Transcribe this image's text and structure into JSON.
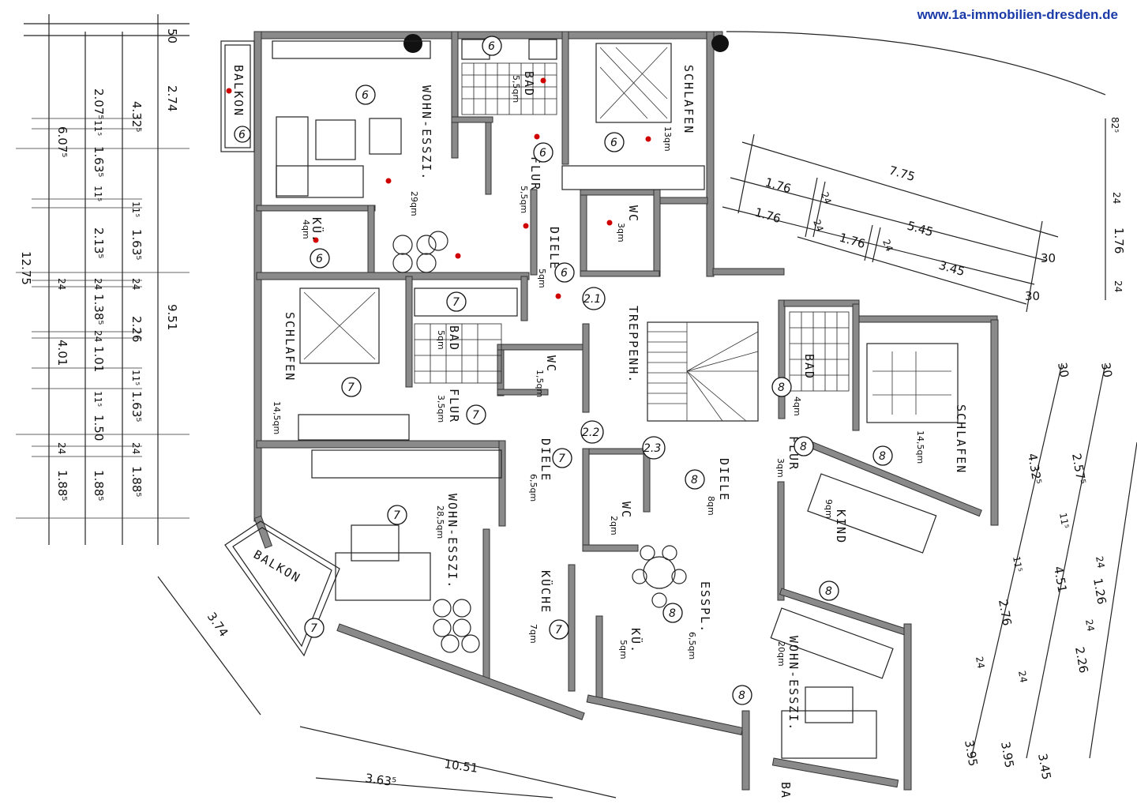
{
  "watermark": "www.1a-immobilien-dresden.de",
  "rooms": {
    "balkon_top": "BALKON",
    "wohn_essz_top": "WOHN-ESSZI.",
    "wohn_essz_top_area": "29qm",
    "bad_top": "BAD",
    "bad_top_area": "5,5qm",
    "schlafen_top": "SCHLAFEN",
    "schlafen_top_area": "13qm",
    "flur_top": "FLUR",
    "flur_top_area": "5,5qm",
    "kue_top": "KÜ.",
    "kue_top_area": "4qm",
    "wc_top": "WC",
    "wc_top_area": "3qm",
    "diele_top": "DIELE",
    "diele_top_area": "5qm",
    "schlafen_left": "SCHLAFEN",
    "schlafen_left_area": "14,5qm",
    "bad_mid": "BAD",
    "bad_mid_area": "5qm",
    "flur_mid": "FLUR",
    "flur_mid_area": "3,5qm",
    "wc_mid": "WC",
    "wc_mid_area": "1,5qm",
    "treppenh": "TREPPENH.",
    "diele_mid": "DIELE",
    "diele_mid_area": "6,5qm",
    "wohn_essz_low": "WOHN-ESSZI.",
    "wohn_essz_low_area": "28,5qm",
    "balkon_low": "BALKON",
    "kueche": "KÜCHE",
    "kueche_area": "7qm",
    "wc_low": "WC",
    "wc_low_area": "2qm",
    "diele_right": "DIELE",
    "diele_right_area": "8qm",
    "esspl": "ESSPL.",
    "esspl_area": "6,5qm",
    "kue_low": "KÜ.",
    "kue_low_area": "5qm",
    "bad_right": "BAD",
    "bad_right_area": "4qm",
    "flur_right": "FLUR",
    "flur_right_area": "3qm",
    "schlafen_right": "SCHLAFEN",
    "schlafen_right_area": "14,5qm",
    "kind": "KIND",
    "kind_area": "9qm",
    "wohn_essz_right": "WOHN-ESSZI.",
    "wohn_essz_right_area": "20qm",
    "balkon_right": "BA"
  },
  "apartment_markers": {
    "m6a": "6",
    "m6b": "6",
    "m6c": "6",
    "m6d": "6",
    "m6e": "6",
    "m6f": "6",
    "m6g": "6",
    "m7a": "7",
    "m7b": "7",
    "m7c": "7",
    "m7d": "7",
    "m7e": "7",
    "m7f": "7",
    "m7g": "7",
    "m8a": "8",
    "m8b": "8",
    "m8c": "8",
    "m8d": "8",
    "m8e": "8",
    "m8f": "8",
    "m8g": "8",
    "c21": "2.1",
    "c22": "2.2",
    "c23": "2.3"
  },
  "dimensions_left": {
    "d50": "50",
    "d274": "2.74",
    "d432": "4.32⁵",
    "d207": "2.07⁵",
    "d607": "6.07⁵",
    "d115a": "11⁵",
    "d163a": "1.63⁵",
    "d115b": "11⁵",
    "d1275": "12.75",
    "d115c": "11⁵",
    "d163b": "1.63⁵",
    "d213": "2.13⁵",
    "d24a": "24",
    "d24b": "24",
    "d24c": "24",
    "d138": "1.38⁵",
    "d951": "9.51",
    "d226": "2.26",
    "d24d": "24",
    "d101": "1.01",
    "d401": "4.01",
    "d115d": "11⁵",
    "d163c": "1.63⁵",
    "d115e": "11⁵",
    "d150": "1.50",
    "d24e": "24",
    "d24f": "24",
    "d188a": "1.88⁵",
    "d188b": "1.88⁵",
    "d188c": "1.88⁵"
  },
  "dimensions_right_top": {
    "d775": "7.75",
    "d176a": "1.76",
    "d24a": "24",
    "d176b": "1.76",
    "d24b": "24",
    "d545": "5.45",
    "d176c": "1.76",
    "d24c": "24",
    "d345": "3.45",
    "d30a": "30",
    "d30b": "30",
    "d82": "82⁵",
    "d176v": "1.76",
    "d24v": "24",
    "d24w": "24"
  },
  "dimensions_right_side": {
    "d30a": "30",
    "d30b": "30",
    "d4325": "4.32⁵",
    "d2575": "2.57⁵",
    "d115a": "11⁵",
    "d115b": "11⁵",
    "d451": "4.51",
    "d24a": "24",
    "d126": "1.26",
    "d276": "2.76",
    "d24b": "24",
    "d226": "2.26",
    "d24c": "24",
    "d24d": "24",
    "d395a": "3.95",
    "d395b": "3.95",
    "d345": "3.45"
  },
  "dimensions_bottom": {
    "d374": "3.74",
    "d1051": "10.51",
    "d3635": "3.63⁵"
  }
}
